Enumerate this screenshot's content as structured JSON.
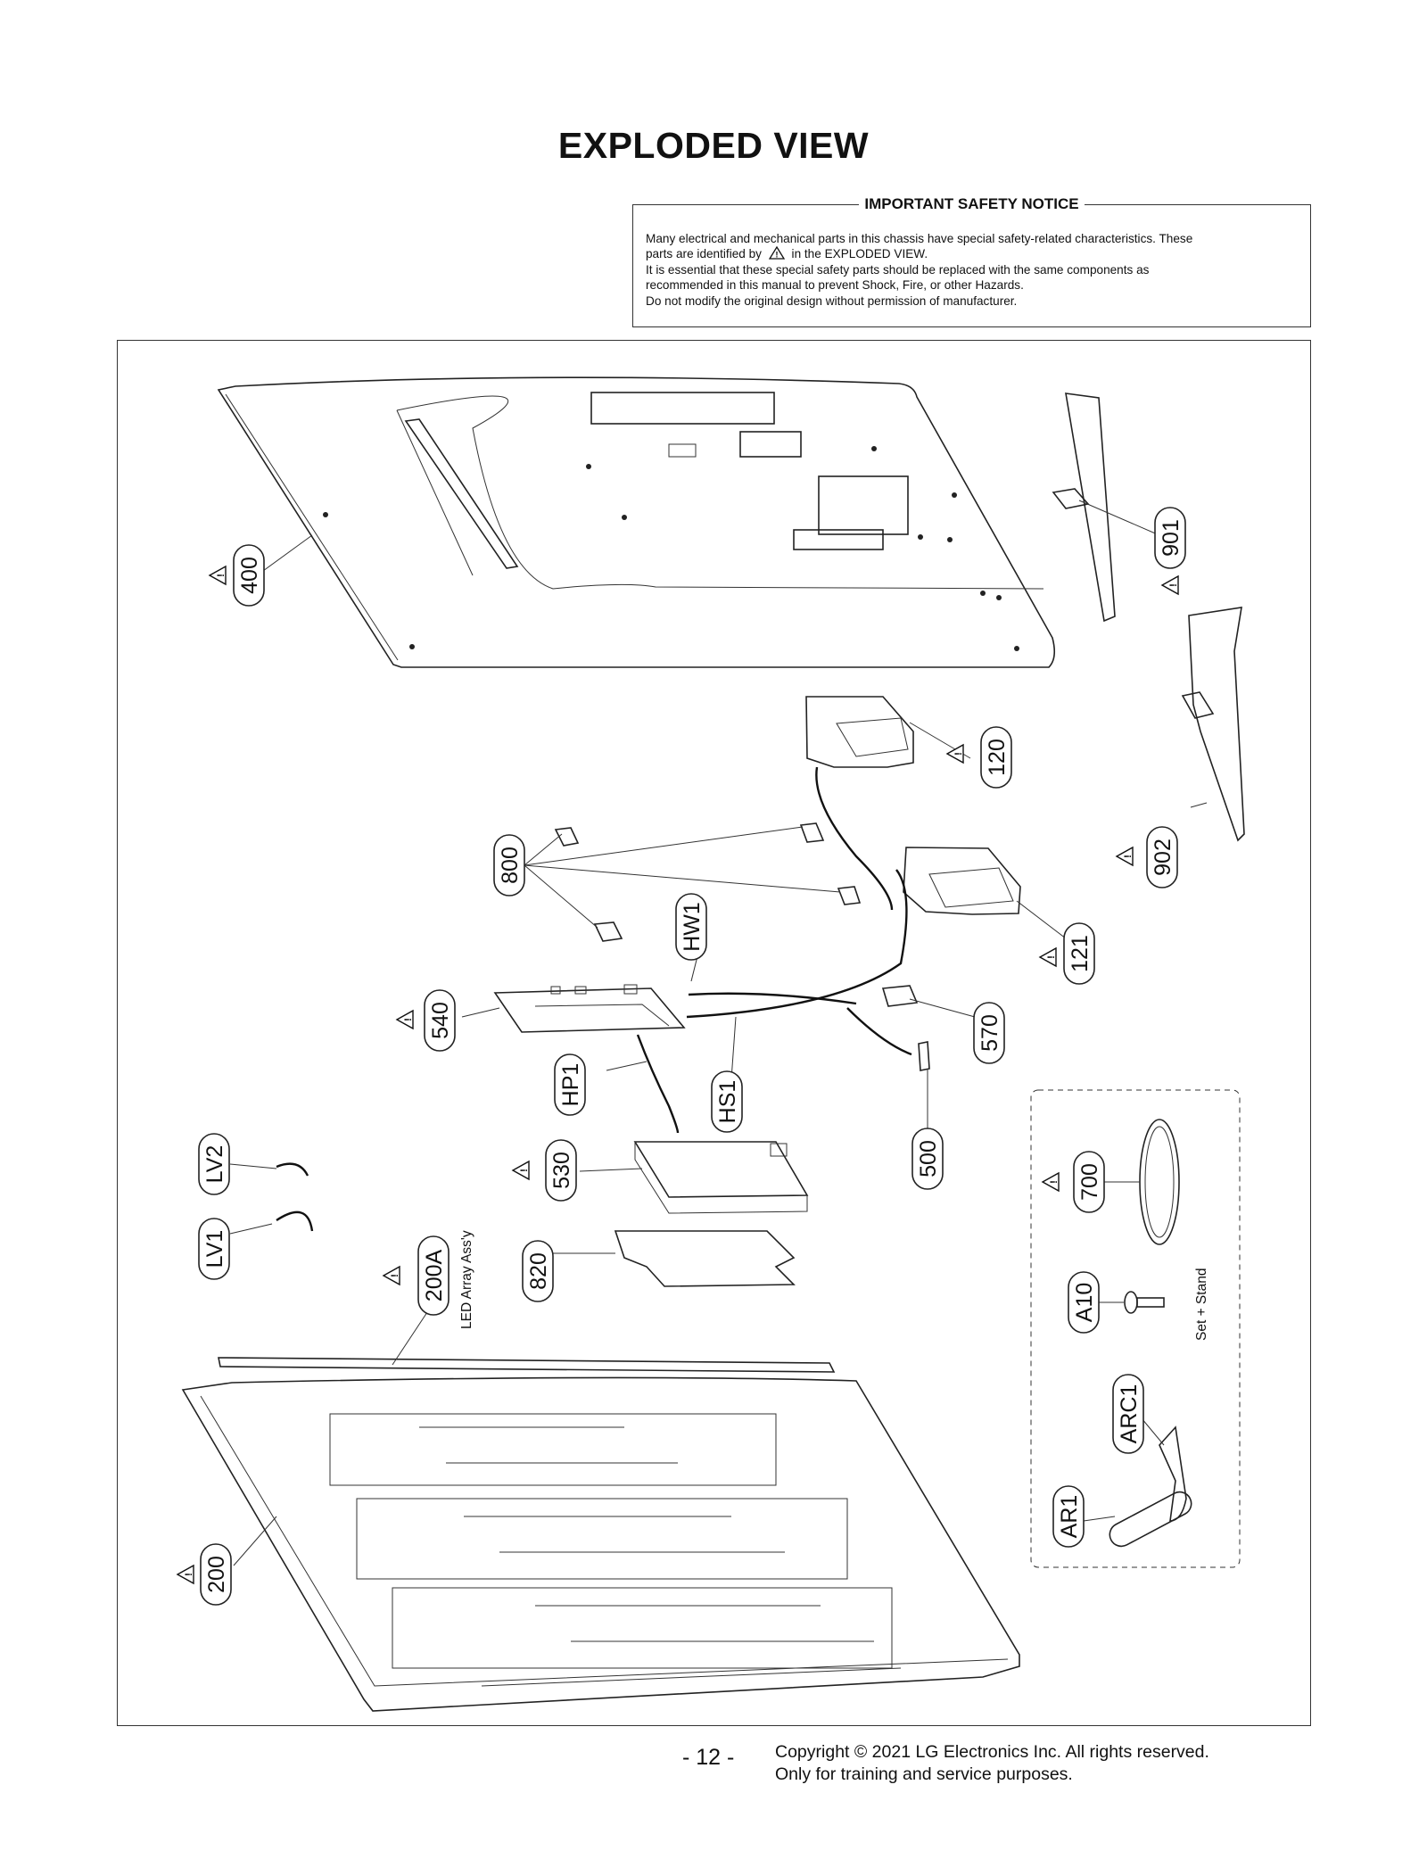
{
  "page": {
    "title": "EXPLODED VIEW",
    "page_number": "- 12 -",
    "copyright_line1": "Copyright © 2021 LG Electronics Inc. All rights reserved.",
    "copyright_line2": "Only for training and service purposes."
  },
  "notice": {
    "heading": "IMPORTANT SAFETY NOTICE",
    "line1": "Many electrical and mechanical parts in this chassis have special safety-related characteristics. These",
    "line2_pre": "parts are identified by",
    "line2_post": "in the EXPLODED VIEW.",
    "line3": "It is essential that these special safety parts should be replaced with the same components as",
    "line4": "recommended in this manual to prevent Shock, Fire, or other Hazards.",
    "line5": "Do not modify the original design without permission of manufacturer."
  },
  "labels": {
    "p400": "400",
    "p901": "901",
    "p902": "902",
    "p120": "120",
    "p121": "121",
    "p800": "800",
    "hw1": "HW1",
    "p540": "540",
    "p570": "570",
    "hp1": "HP1",
    "hs1": "HS1",
    "p500": "500",
    "p530": "530",
    "p820": "820",
    "lv2": "LV2",
    "lv1": "LV1",
    "p200a": "200A",
    "led_array": "LED Array Ass'y",
    "p200": "200",
    "p700": "700",
    "a10": "A10",
    "set_stand": "Set + Stand",
    "arc1": "ARC1",
    "ar1": "AR1"
  },
  "icons": [
    "caution-triangle-icon"
  ]
}
